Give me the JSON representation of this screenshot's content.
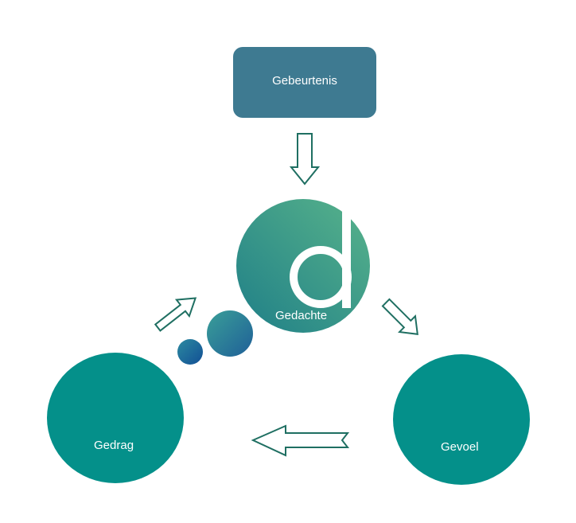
{
  "nodes": {
    "event": "Gebeurtenis",
    "thought": "Gedachte",
    "feeling": "Gevoel",
    "behaviour": "Gedrag"
  },
  "logo": {
    "letter": "d"
  },
  "colors": {
    "event_box": "#3e7a91",
    "circle_teal": "#04908a",
    "thought_gradient_start": "#58b38a",
    "thought_gradient_end": "#1f7f88",
    "bubble_gradient_start": "#3fa59a",
    "bubble_gradient_end": "#1f5f98",
    "arrow_stroke": "#1f6f62"
  },
  "arrows": [
    {
      "from": "event",
      "to": "thought"
    },
    {
      "from": "thought",
      "to": "feeling"
    },
    {
      "from": "feeling",
      "to": "behaviour"
    },
    {
      "from": "behaviour",
      "to": "thought"
    }
  ]
}
